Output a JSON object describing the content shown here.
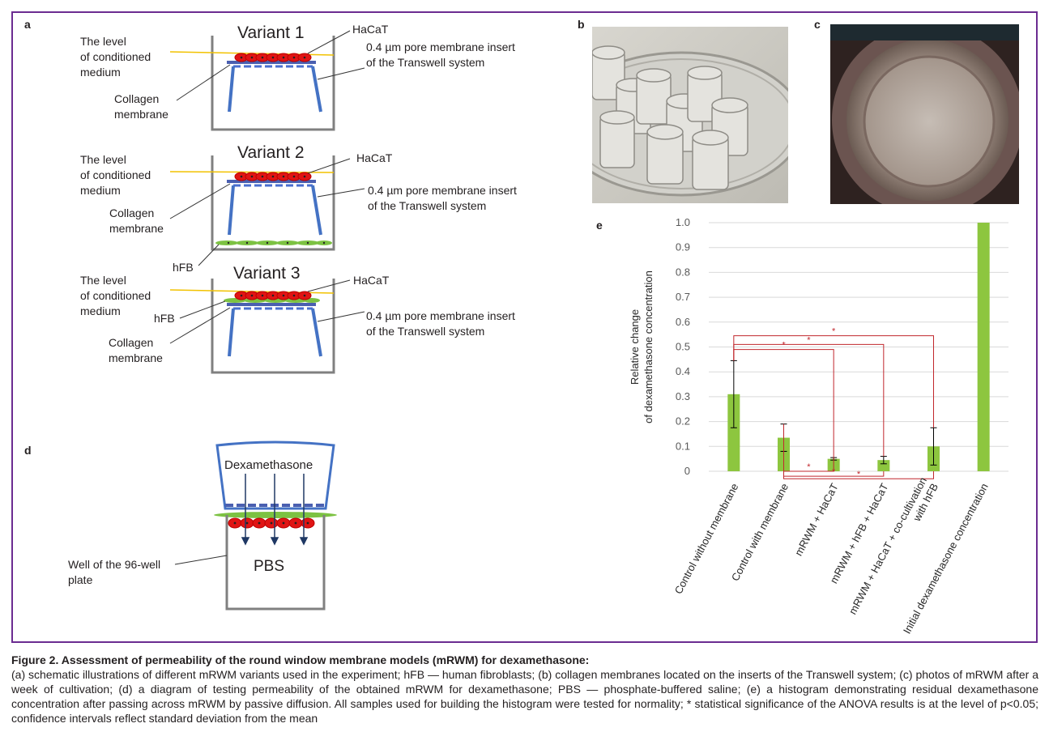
{
  "panels": {
    "a": {
      "letter": "a",
      "variants": [
        {
          "title": "Variant 1",
          "level_label": [
            "The level",
            "of conditioned",
            "medium"
          ],
          "haCaT": "HaCaT",
          "insert_label": [
            "0.4 µm pore membrane insert",
            "of the Transwell system"
          ],
          "collagen_label": [
            "Collagen",
            "membrane"
          ]
        },
        {
          "title": "Variant 2",
          "level_label": [
            "The level",
            "of conditioned",
            "medium"
          ],
          "haCaT": "HaCaT",
          "insert_label": [
            "0.4 µm pore membrane insert",
            "of the Transwell system"
          ],
          "collagen_label": [
            "Collagen",
            "membrane"
          ],
          "hfb": "hFB"
        },
        {
          "title": "Variant 3",
          "level_label": [
            "The level",
            "of conditioned",
            "medium"
          ],
          "haCaT": "HaCaT",
          "insert_label": [
            "0.4 µm pore membrane insert",
            "of the Transwell system"
          ],
          "collagen_label": [
            "Collagen",
            "membrane"
          ],
          "hfb": "hFB"
        }
      ]
    },
    "b": {
      "letter": "b"
    },
    "c": {
      "letter": "c"
    },
    "d": {
      "letter": "d",
      "drug": "Dexamethasone",
      "buffer": "PBS",
      "well_label": [
        "Well of the 96-well",
        "plate"
      ]
    },
    "e": {
      "letter": "e"
    }
  },
  "chart_data": {
    "type": "bar",
    "ylabel": [
      "Relative change",
      "of dexamethasone concentration"
    ],
    "ylim": [
      0,
      1.0
    ],
    "yticks": [
      "0",
      "0.1",
      "0.2",
      "0.3",
      "0.4",
      "0.5",
      "0.6",
      "0.7",
      "0.8",
      "0.9",
      "1.0"
    ],
    "grid": true,
    "categories": [
      "Control without membrane",
      "Control with membrane",
      "mRWM + HaCaT",
      "mRWM + hFB + HaCaT",
      [
        "mRWM + HaCaT + co-cultivation",
        "with hFB"
      ],
      "Initial dexamethasone concentration"
    ],
    "values": [
      0.31,
      0.135,
      0.05,
      0.045,
      0.1,
      1.0
    ],
    "errors": [
      0.135,
      0.055,
      0.005,
      0.015,
      0.075,
      0
    ],
    "bar_color": "#8dc63f",
    "sig_color": "#c1272d",
    "significance": [
      {
        "from": 0,
        "to": 2,
        "y": 0.49,
        "label": "*"
      },
      {
        "from": 0,
        "to": 3,
        "y": 0.51,
        "label": "*"
      },
      {
        "from": 0,
        "to": 4,
        "y": 0.545,
        "label": "*"
      },
      {
        "from": 1,
        "to": 2,
        "y": -0.0,
        "label": "*"
      },
      {
        "from": 1,
        "to": 3,
        "y": -0.02,
        "label": "*"
      },
      {
        "from": 1,
        "to": 4,
        "y": -0.03,
        "label": "*"
      }
    ]
  },
  "caption": {
    "title": "Figure 2. Assessment of permeability of the round window membrane models (mRWM) for dexamethasone:",
    "text": "(a) schematic illustrations of different mRWM variants used in the experiment; hFB — human fibroblasts; (b) collagen membranes located on the inserts of the Transwell system; (c) photos of mRWM after a week of cultivation; (d) a diagram of testing permeability of the obtained mRWM for dexamethasone; PBS — phosphate-buffered saline; (e) a histogram demonstrating residual dexamethasone concentration after passing across mRWM by passive diffusion. All samples used for building the histogram were tested for normality; * statistical significance of the ANOVA results is at the level of p<0.05; confidence intervals reflect standard deviation from the mean"
  }
}
